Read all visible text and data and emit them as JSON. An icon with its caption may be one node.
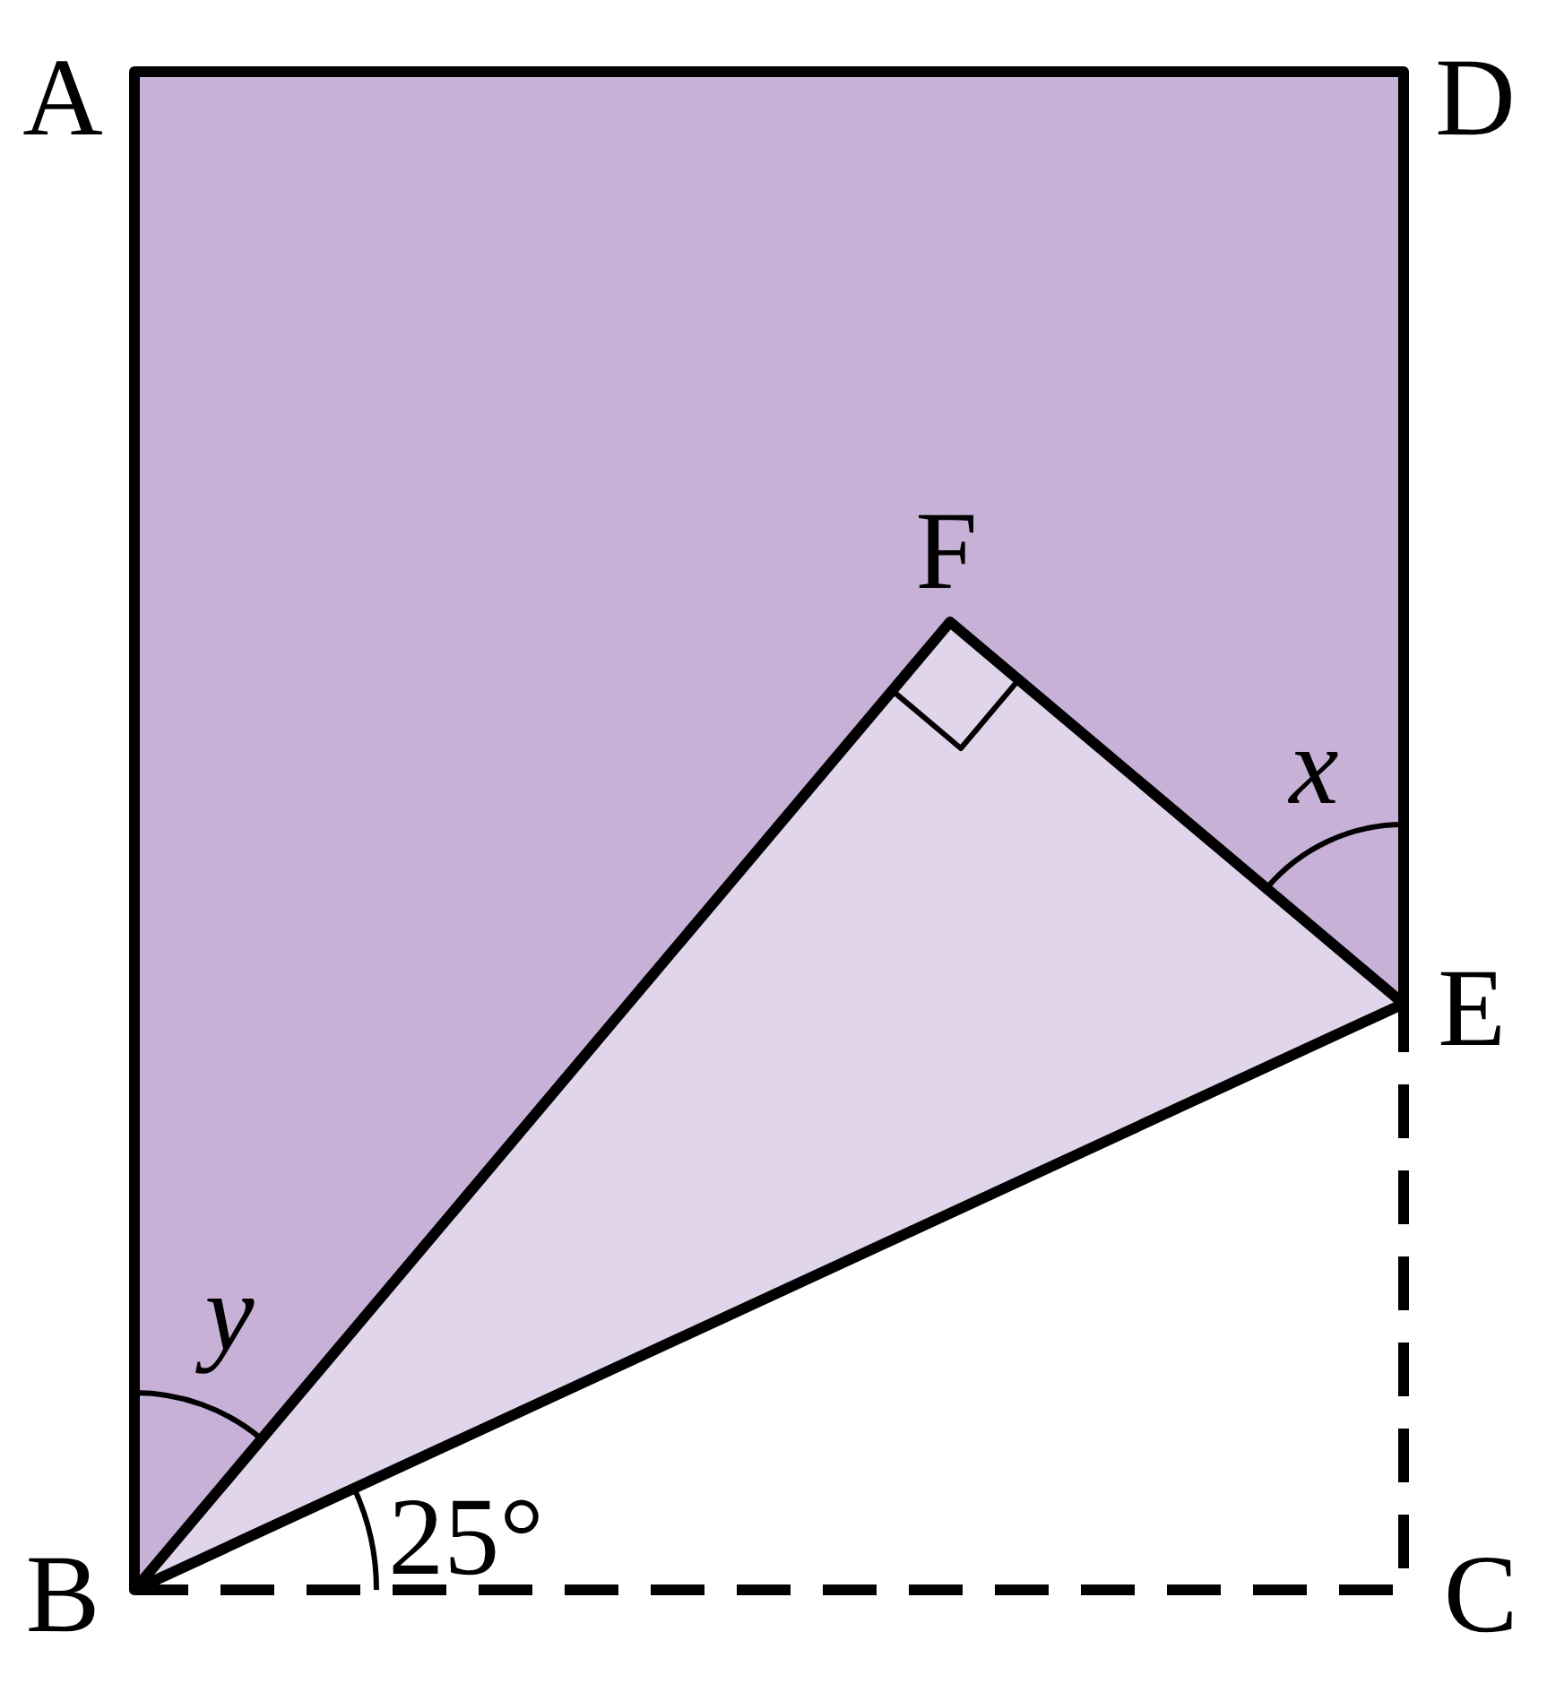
{
  "diagram": {
    "labels": [
      "A",
      "D",
      "F",
      "x",
      "E",
      "y",
      "B",
      "25°",
      "C"
    ]
  }
}
